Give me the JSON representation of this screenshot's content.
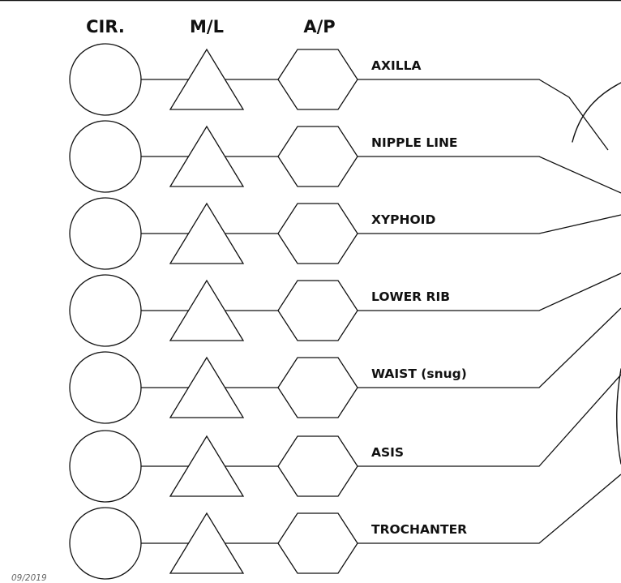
{
  "headers": {
    "circumference": "CIR.",
    "medial_lateral": "M/L",
    "anterior_posterior": "A/P"
  },
  "rows": [
    {
      "label": "AXILLA"
    },
    {
      "label": "NIPPLE LINE"
    },
    {
      "label": "XYPHOID"
    },
    {
      "label": "LOWER RIB"
    },
    {
      "label": "WAIST (snug)"
    },
    {
      "label": "ASIS"
    },
    {
      "label": "TROCHANTER"
    }
  ],
  "footer_date": "09/2019",
  "colors": {
    "stroke": "#111111",
    "background": "#ffffff",
    "footer": "#666666"
  }
}
